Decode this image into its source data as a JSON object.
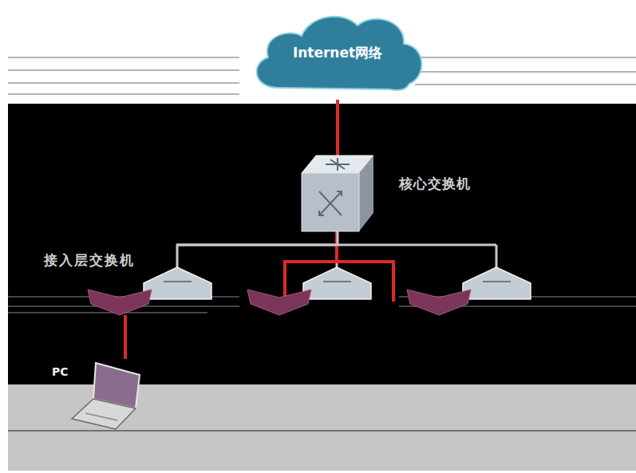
{
  "diagram": {
    "nodes": [
      {
        "text": [
          "Internet网络"
        ]
      },
      {
        "text": [
          "核心交换机"
        ]
      },
      {
        "text": [
          "接入层交换机"
        ]
      },
      {
        "text": [
          "PC"
        ]
      }
    ],
    "edges": [
      {
        "from": 0,
        "to": 1,
        "arrow": "none"
      },
      {
        "from": 1,
        "to": 2,
        "arrow": "none"
      },
      {
        "from": 2,
        "to": 3,
        "arrow": "none"
      }
    ]
  }
}
